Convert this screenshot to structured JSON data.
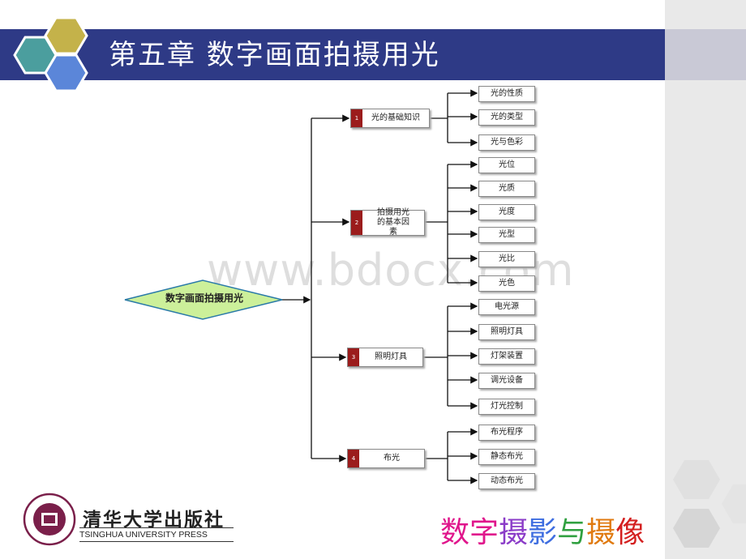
{
  "header": {
    "title": "第五章  数字画面拍摄用光"
  },
  "watermark": "www.bdocx.com",
  "diagram": {
    "root": "数字画面拍摄用光",
    "categories": [
      {
        "num": "1",
        "label": "光的基础知识",
        "children": [
          "光的性质",
          "光的类型",
          "光与色彩"
        ]
      },
      {
        "num": "2",
        "label": "拍摄用光的基本因素",
        "children": [
          "光位",
          "光质",
          "光度",
          "光型",
          "光比",
          "光色"
        ]
      },
      {
        "num": "3",
        "label": "照明灯具",
        "children": [
          "电光源",
          "照明灯具",
          "灯架装置",
          "调光设备",
          "灯光控制"
        ]
      },
      {
        "num": "4",
        "label": "布光",
        "children": [
          "布光程序",
          "静态布光",
          "动态布光"
        ]
      }
    ]
  },
  "footer": {
    "publisher_cn": "清华大学出版社",
    "publisher_en": "TSINGHUA UNIVERSITY PRESS",
    "slogan": "数字摄影与摄像",
    "slogan_colors": [
      "#e0168c",
      "#e0168c",
      "#8b3cc8",
      "#3f6ee0",
      "#30a040",
      "#e07a10",
      "#d42020"
    ]
  },
  "colors": {
    "header_bar": "#2e3a86",
    "category_badge": "#9b1c1c",
    "root_fill": "#ccf09a"
  }
}
